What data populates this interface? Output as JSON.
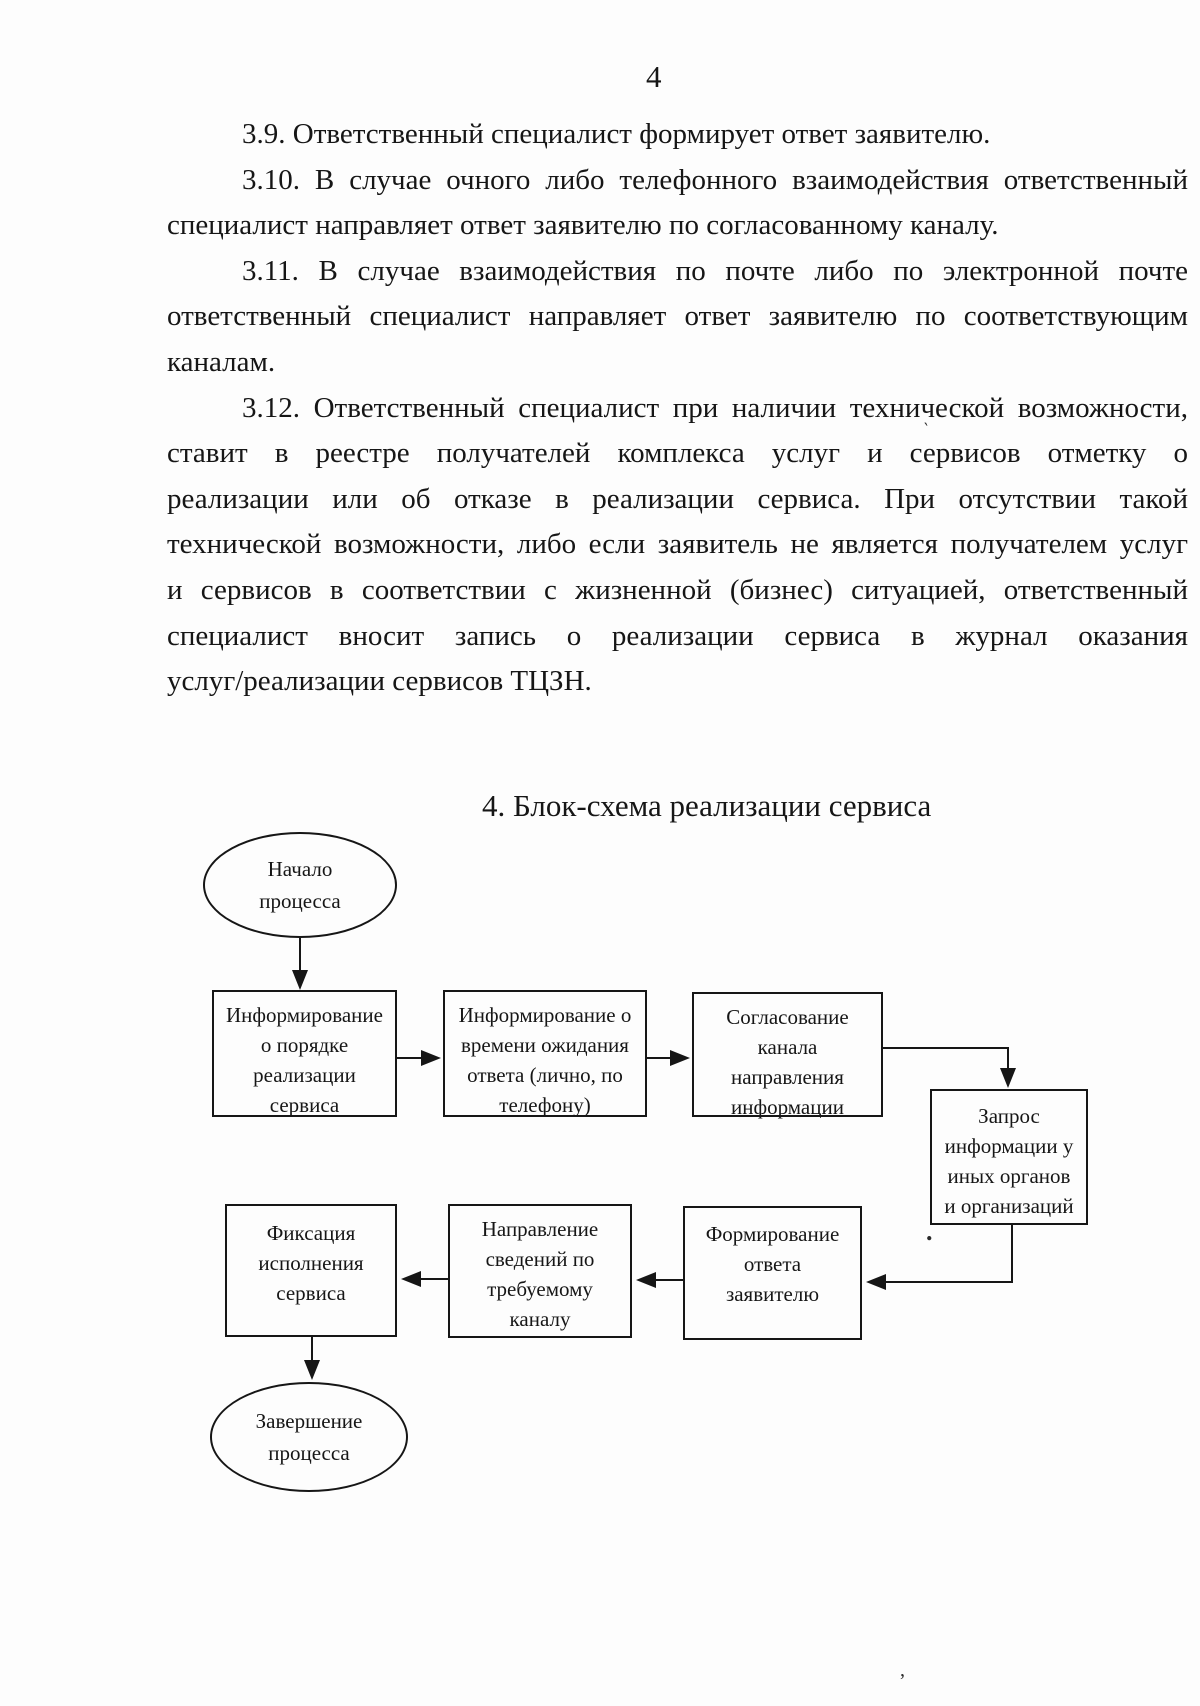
{
  "page": {
    "number": "4"
  },
  "document": {
    "paragraphs": [
      {
        "lines": [
          {
            "t": "3.9. Ответственный специалист формирует ответ заявителю.",
            "indent": true,
            "j": false
          }
        ]
      },
      {
        "lines": [
          {
            "t": "3.10. В случае очного либо телефонного взаимодействия ответственный",
            "indent": true,
            "j": true
          },
          {
            "t": "специалист направляет ответ заявителю по согласованному каналу.",
            "indent": false,
            "j": false
          }
        ]
      },
      {
        "lines": [
          {
            "t": "3.11. В случае взаимодействия по почте либо по электронной почте",
            "indent": true,
            "j": true
          },
          {
            "t": "ответственный специалист направляет ответ заявителю по соответствующим",
            "indent": false,
            "j": true
          },
          {
            "t": "каналам.",
            "indent": false,
            "j": false
          }
        ]
      },
      {
        "lines": [
          {
            "t": "3.12. Ответственный специалист при наличии технической возможности,",
            "indent": true,
            "j": true
          },
          {
            "t": "ставит в реестре получателей комплекса услуг и сервисов отметку о",
            "indent": false,
            "j": true
          },
          {
            "t": "реализации или об отказе в реализации сервиса. При отсутствии такой",
            "indent": false,
            "j": true
          },
          {
            "t": "технической возможности, либо если заявитель не является получателем услуг",
            "indent": false,
            "j": true
          },
          {
            "t": "и сервисов в соответствии с жизненной (бизнес) ситуацией, ответственный",
            "indent": false,
            "j": true
          },
          {
            "t": "специалист вносит запись о реализации сервиса в журнал оказания",
            "indent": false,
            "j": true
          },
          {
            "t": "услуг/реализации сервисов ТЦЗН.",
            "indent": false,
            "j": false
          }
        ]
      }
    ]
  },
  "diagram": {
    "title": "4. Блок-схема реализации сервиса",
    "nodes": {
      "start": {
        "lines": [
          "Начало",
          "процесса"
        ]
      },
      "inform_order": {
        "lines": [
          "Информирование",
          "о порядке",
          "реализации",
          "сервиса"
        ]
      },
      "inform_wait": {
        "lines": [
          "Информирование о",
          "времени ожидания",
          "ответа (лично, по",
          "телефону)"
        ]
      },
      "agree_channel": {
        "lines": [
          "Согласование",
          "канала",
          "направления",
          "информации"
        ]
      },
      "request_info": {
        "lines": [
          "Запрос",
          "информации у",
          "иных органов",
          "и организаций"
        ]
      },
      "form_answer": {
        "lines": [
          "Формирование",
          "ответа",
          "заявителю"
        ]
      },
      "send_info": {
        "lines": [
          "Направление",
          "сведений по",
          "требуемому",
          "каналу"
        ]
      },
      "fix_execution": {
        "lines": [
          "Фиксация",
          "исполнения",
          "сервиса"
        ]
      },
      "end": {
        "lines": [
          "Завершение",
          "процесса"
        ]
      }
    },
    "ink_color": "#161616"
  },
  "artifacts": {
    "m1": "‵",
    "m2": ".",
    "m3": ","
  }
}
